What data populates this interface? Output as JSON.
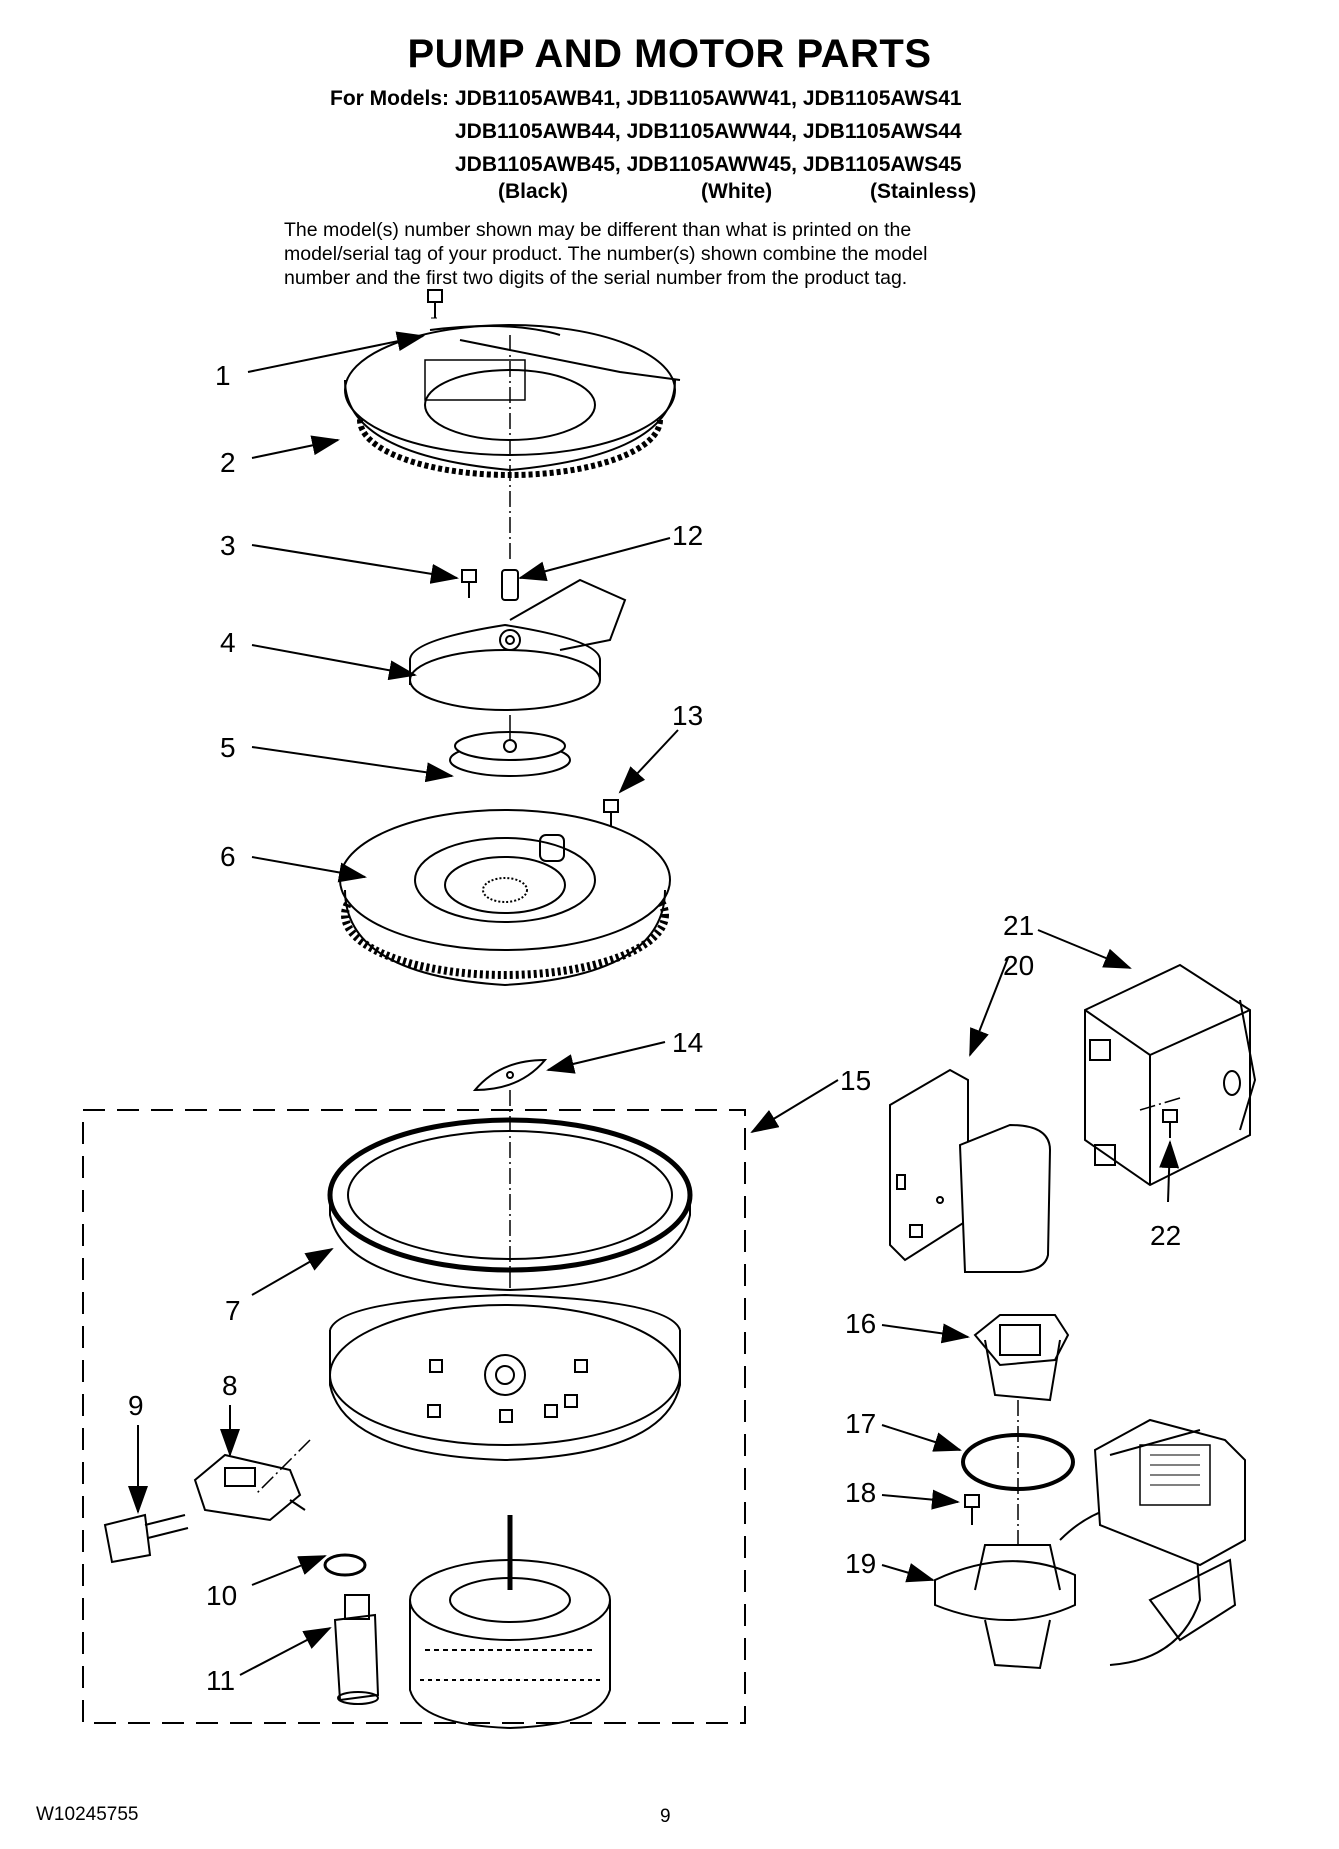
{
  "title": "PUMP AND MOTOR PARTS",
  "models_label": "For Models:",
  "model_rows": [
    "JDB1105AWB41, JDB1105AWW41, JDB1105AWS41",
    "JDB1105AWB44, JDB1105AWW44, JDB1105AWS44",
    "JDB1105AWB45, JDB1105AWW45, JDB1105AWS45"
  ],
  "color_labels": [
    "(Black)",
    "(White)",
    "(Stainless)"
  ],
  "note_lines": [
    "The model(s) number shown may be different than what is printed on the",
    "model/serial tag of your product. The number(s) shown combine the model",
    "number and the first two digits of the serial number from the product tag."
  ],
  "part_labels": [
    "1",
    "2",
    "3",
    "4",
    "5",
    "6",
    "7",
    "8",
    "9",
    "10",
    "11",
    "12",
    "13",
    "14",
    "15",
    "16",
    "17",
    "18",
    "19",
    "20",
    "21",
    "22"
  ],
  "footer": {
    "doc_number": "W10245755",
    "page": "9"
  }
}
